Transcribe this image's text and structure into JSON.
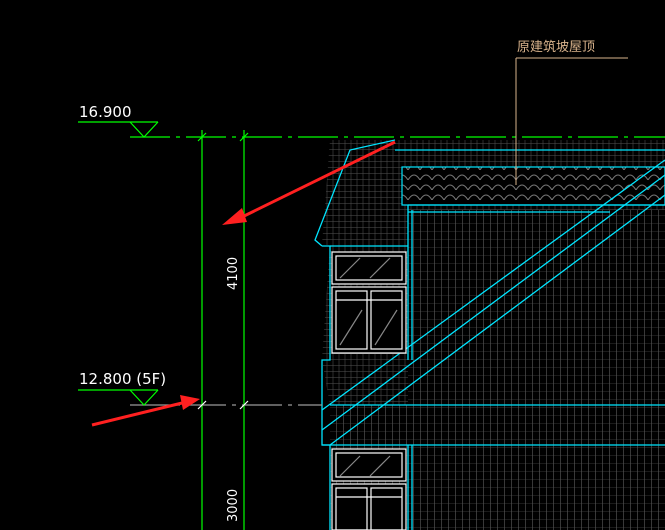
{
  "drawing": {
    "colors": {
      "background": "#000000",
      "dimension": "#00ff00",
      "outline": "#00e5ff",
      "hatch": "#808080",
      "leader": "#d9b38c",
      "arrow": "#ff2020",
      "text": "#ffffff"
    },
    "levels": {
      "top": "16.900",
      "fifth_floor": "12.800 (5F)"
    },
    "dimensions": {
      "upper_span": "4100",
      "lower_span": "3000"
    },
    "annotation": {
      "roof_note": "原建筑坡屋顶"
    }
  }
}
